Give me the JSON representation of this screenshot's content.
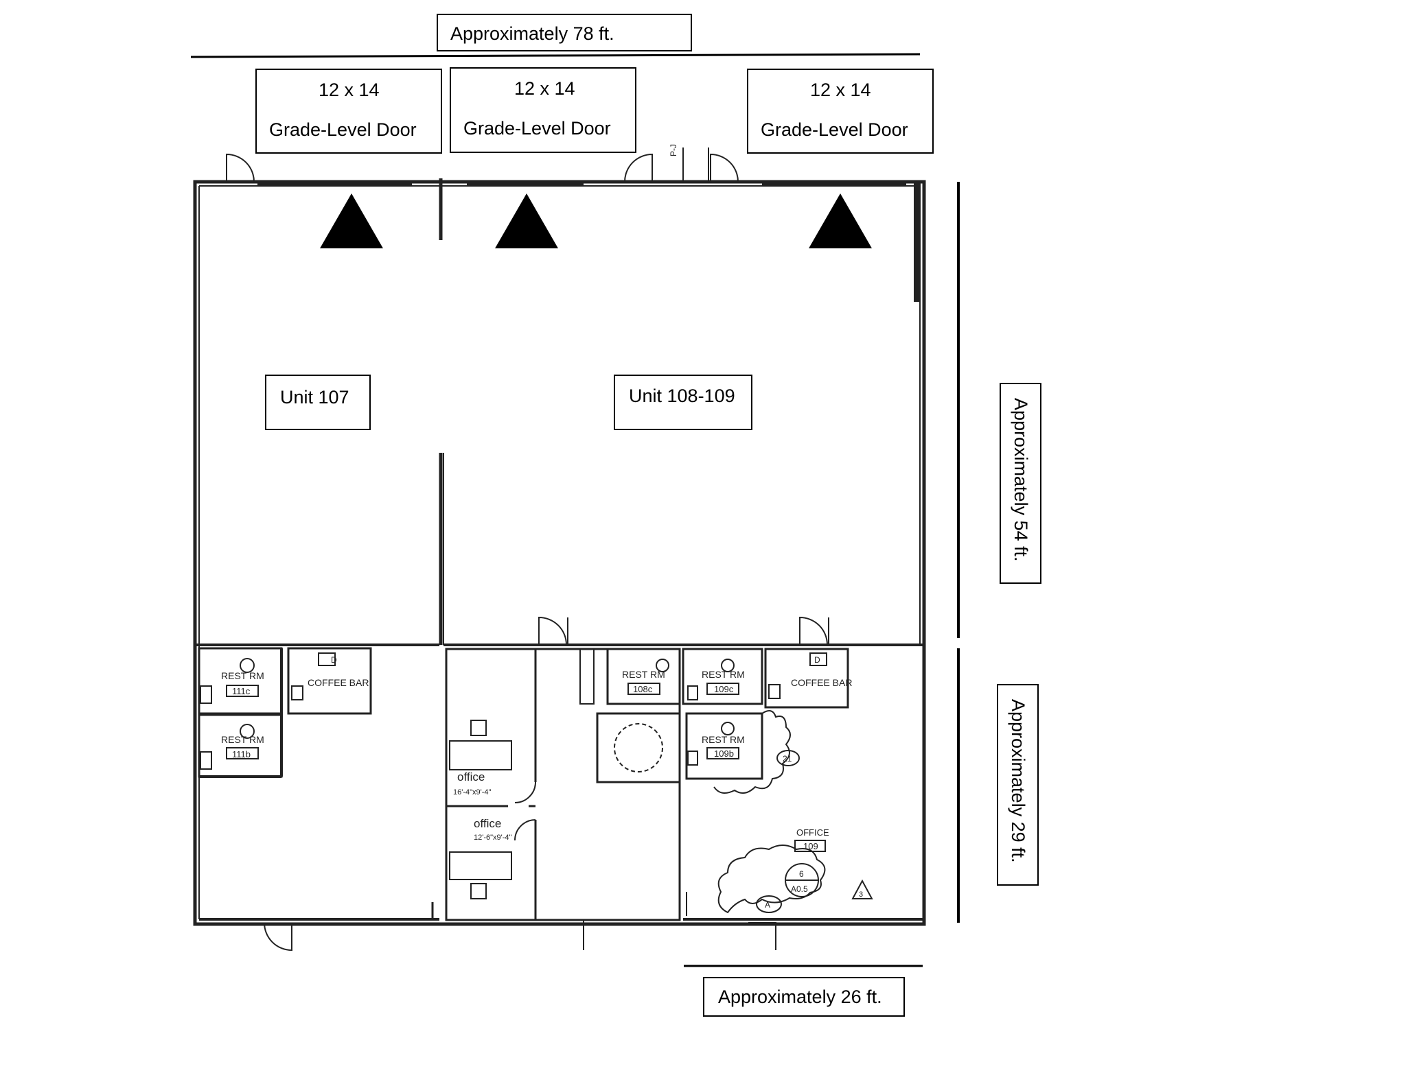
{
  "dimensions": {
    "top_width": "Approximately 78 ft.",
    "right_upper_depth": "Approximately 54 ft.",
    "right_lower_depth": "Approximately 29 ft.",
    "bottom_width": "Approximately 26 ft."
  },
  "doors": [
    {
      "size": "12 x 14",
      "type": "Grade-Level Door"
    },
    {
      "size": "12 x 14",
      "type": "Grade-Level Door"
    },
    {
      "size": "12 x 14",
      "type": "Grade-Level Door"
    }
  ],
  "units": [
    {
      "label": "Unit 107"
    },
    {
      "label": "Unit 108-109"
    }
  ],
  "plan_labels": {
    "rest_rm": "REST RM",
    "coffee_bar": "COFFEE BAR",
    "room_111c": "111c",
    "room_111b": "111b",
    "room_108c": "108c",
    "room_109c": "109c",
    "room_109b": "109b",
    "office": "office",
    "office_dims_1": "16'-4\"x9'-4\"",
    "office_dims_2": "12'-6\"x9'-4\"",
    "office_caps": "OFFICE",
    "room_109": "109",
    "d": "D",
    "tag_21": "21",
    "tag_6": "6",
    "tag_a05": "A0.5",
    "tag_a": "A",
    "tag_3": "3",
    "pj": "P-J"
  }
}
